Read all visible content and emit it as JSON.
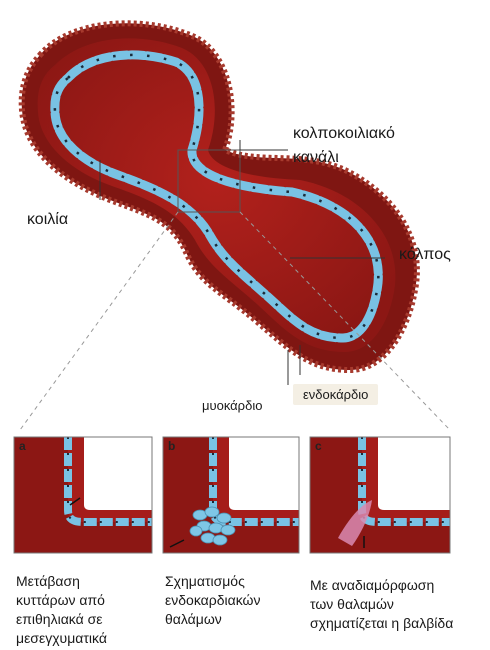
{
  "labels": {
    "ventricle": "κοιλία",
    "av_canal": "κολποκοιλιακό\nκανάλι",
    "atrium": "κόλπος",
    "myocardium": "μυοκάρδιο",
    "endocardium": "ενδοκάρδιο"
  },
  "panels": [
    {
      "letter": "a",
      "caption": "Μετάβαση\nκυττάρων από\nεπιθηλιακά σε\nμεσεγχυματικά"
    },
    {
      "letter": "b",
      "caption": "Σχηματισμός\nενδοκαρδιακών\nθαλάμων"
    },
    {
      "letter": "c",
      "caption": "Με αναδιαμόρφωση\nτων θαλαμών\nσχηματίζεται η βαλβίδα"
    }
  ],
  "colors": {
    "myocardium": "#8e1c16",
    "chamber": "#a51d1a",
    "endocardium": "#7ec6e6",
    "nucleus": "#1a2b3a",
    "valve": "#d98ab2"
  }
}
